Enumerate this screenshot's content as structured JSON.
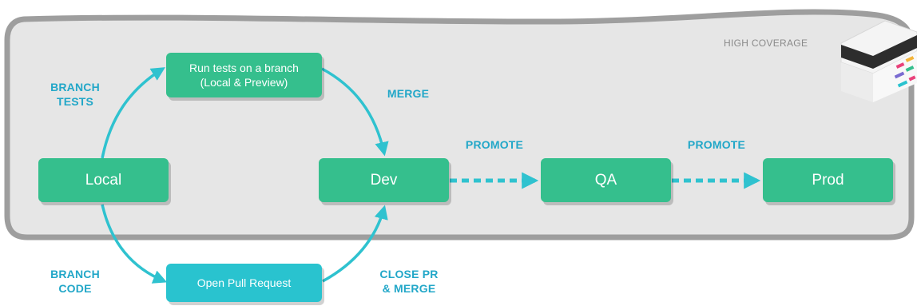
{
  "nodes": {
    "local": "Local",
    "run_tests": {
      "line1": "Run tests on a branch",
      "line2": "(Local & Preview)"
    },
    "open_pr": "Open Pull Request",
    "dev": "Dev",
    "qa": "QA",
    "prod": "Prod"
  },
  "labels": {
    "branch_tests": {
      "line1": "BRANCH",
      "line2": "TESTS"
    },
    "branch_code": {
      "line1": "BRANCH",
      "line2": "CODE"
    },
    "merge": "MERGE",
    "close_pr": {
      "line1": "CLOSE PR",
      "line2": "& MERGE"
    },
    "promote_qa": "PROMOTE",
    "promote_prod": "PROMOTE"
  },
  "badge": {
    "text": "HIGH COVERAGE",
    "icon": "server-block-icon"
  },
  "colors": {
    "node_green": "#35bf8d",
    "node_cyan": "#29c3cf",
    "arrow": "#2fc2cf",
    "label": "#22a7c8",
    "panel": "#e6e6e6",
    "panel_border": "#9e9e9e"
  }
}
